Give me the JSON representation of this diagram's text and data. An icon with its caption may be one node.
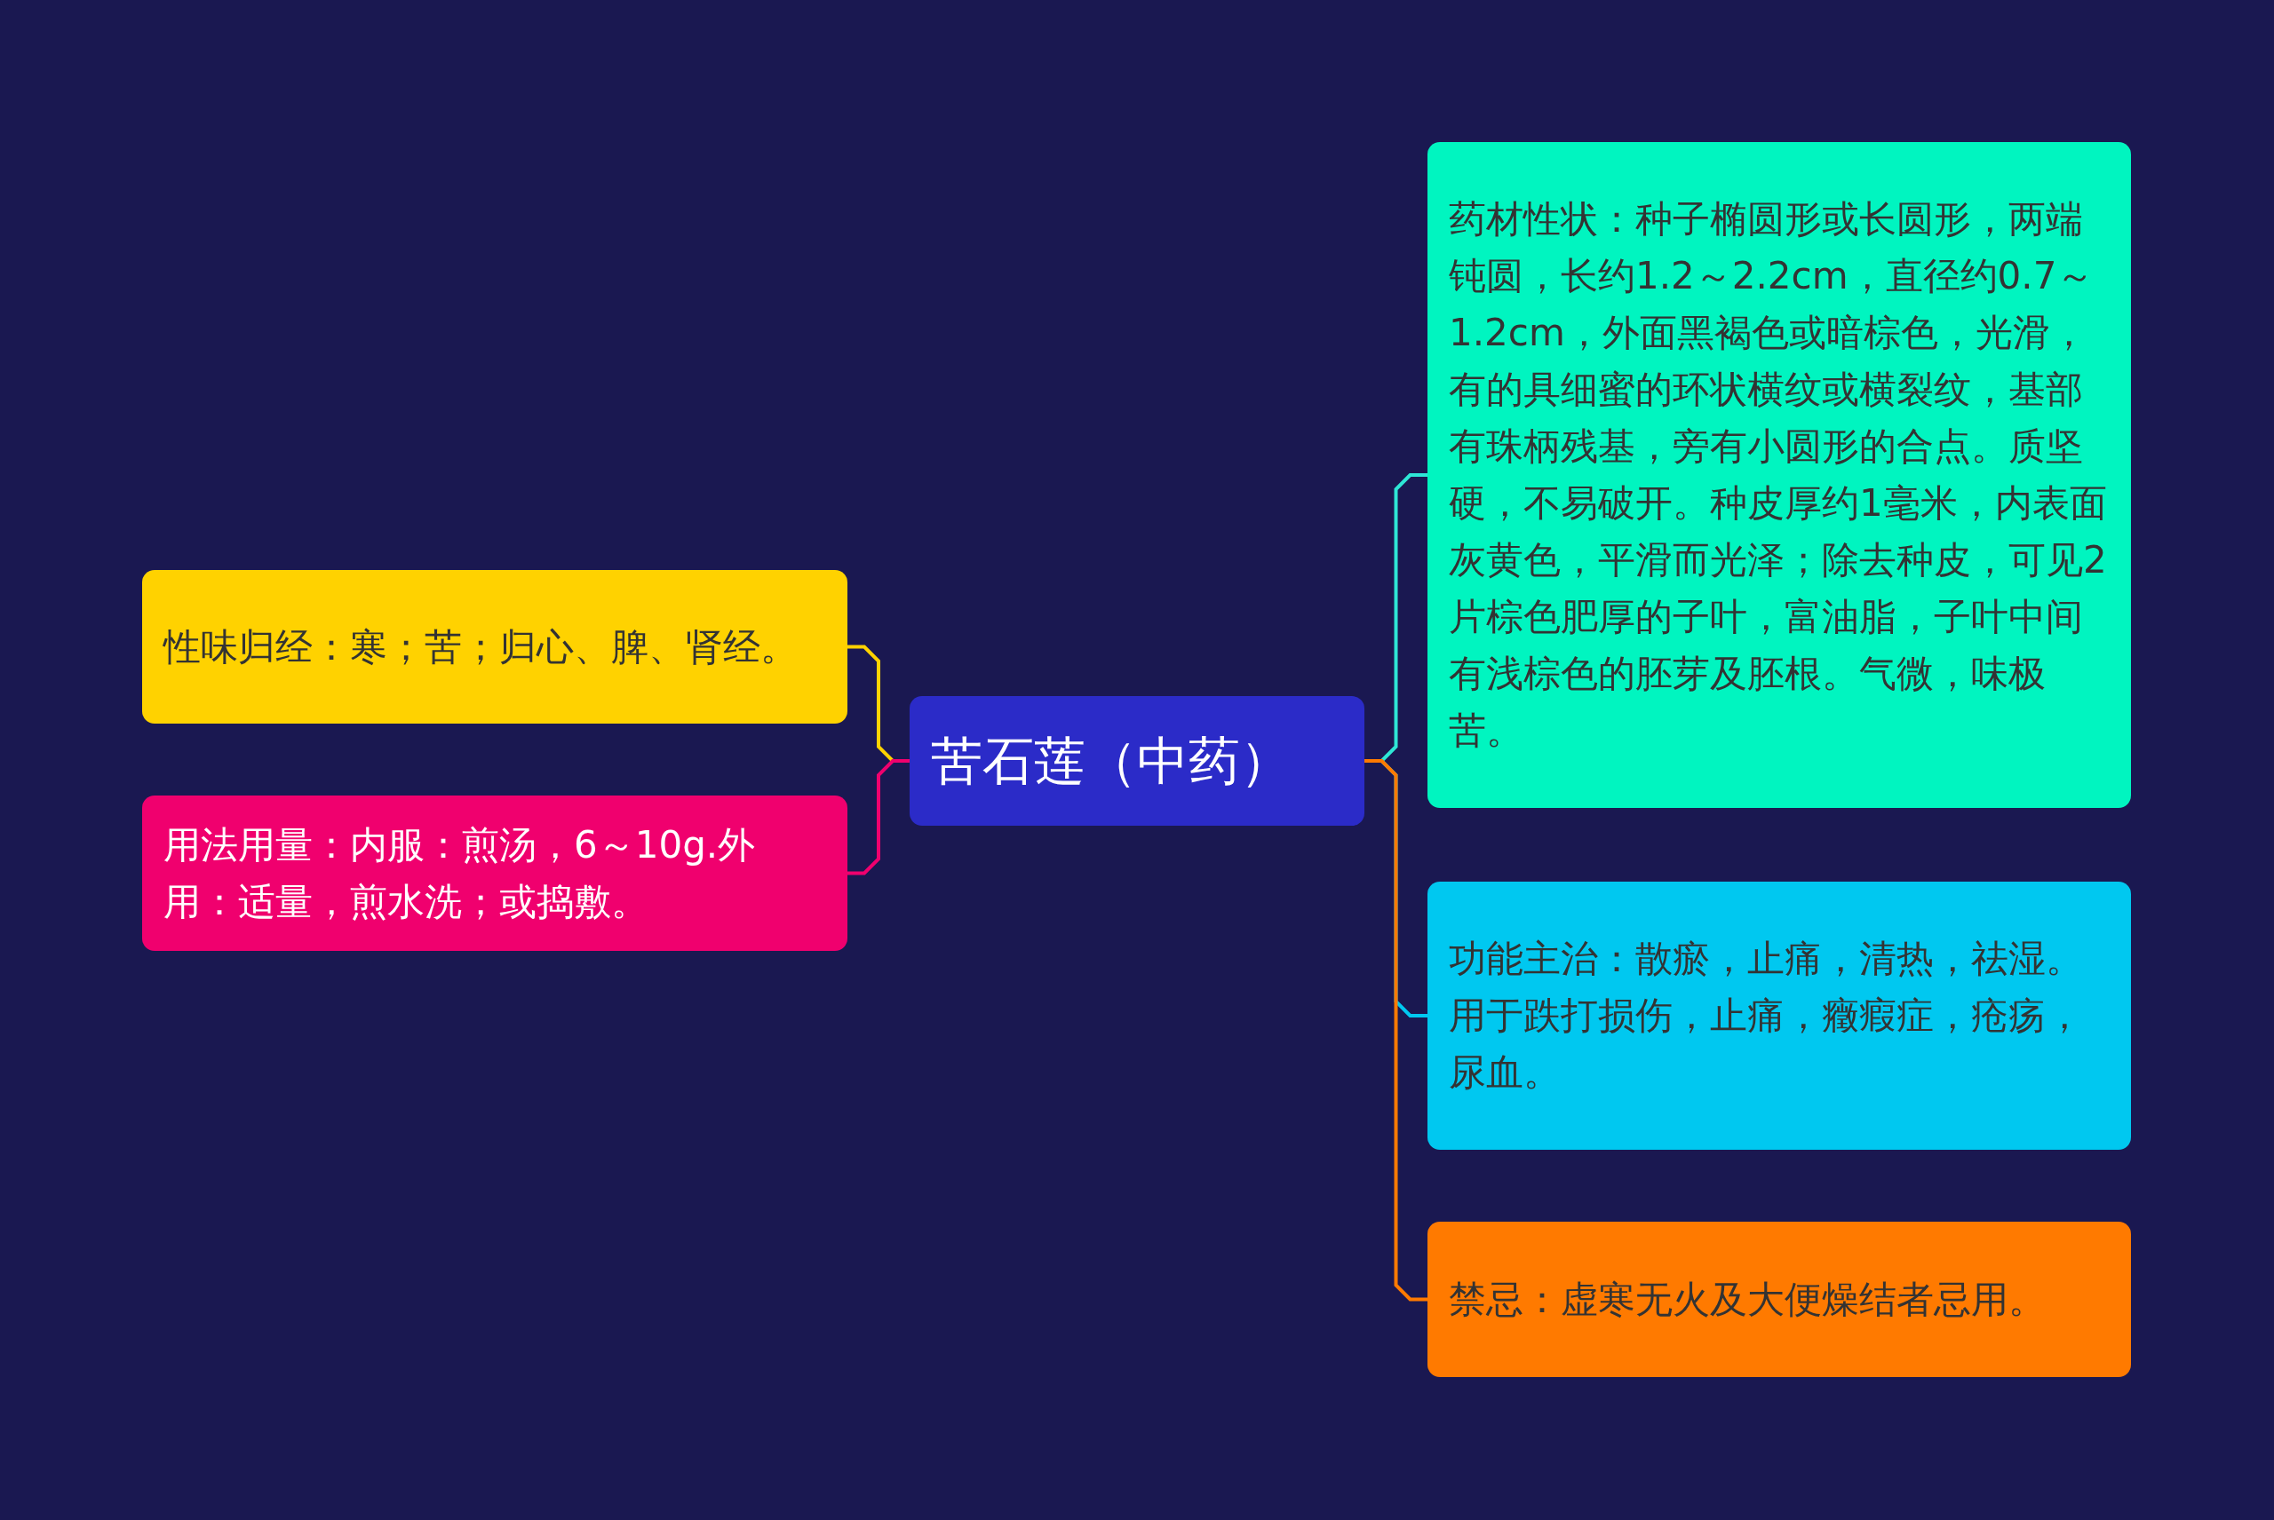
{
  "diagram": {
    "nodes": [
      {
        "text": [
          "苦石莲（中药）"
        ]
      },
      {
        "text": [
          "性味归经：寒；苦；归心、脾、肾经。"
        ]
      },
      {
        "text": [
          "用法用量：内服：煎汤，6～10g.外用：适量，煎水洗；或捣敷。"
        ]
      },
      {
        "text": [
          "药材性状：种子椭圆形或长圆形，两端钝圆，长约1.2～2.2cm，直径约0.7～1.2cm，外面黑褐色或暗棕色，光滑，有的具细蜜的环状横纹或横裂纹，基部有珠柄残基，旁有小圆形的合点。质坚硬，不易破开。种皮厚约1毫米，内表面灰黄色，平滑而光泽；除去种皮，可见2片棕色肥厚的子叶，富油脂，子叶中间有浅棕色的胚芽及胚根。气微，味极苦。"
        ]
      },
      {
        "text": [
          "功能主治：散瘀，止痛，清热，祛湿。用于跌打损伤，止痛，癥瘕症，疮疡，尿血。"
        ]
      },
      {
        "text": [
          "禁忌：虚寒无火及大便燥结者忌用。"
        ]
      }
    ],
    "edges": [
      {
        "from": 0,
        "to": 1,
        "arrow": "none",
        "color": "#ffd200"
      },
      {
        "from": 0,
        "to": 2,
        "arrow": "none",
        "color": "#f0006e"
      },
      {
        "from": 0,
        "to": 3,
        "arrow": "none",
        "color": "#2ee6d6"
      },
      {
        "from": 0,
        "to": 4,
        "arrow": "none",
        "color": "#00c8f0"
      },
      {
        "from": 0,
        "to": 5,
        "arrow": "none",
        "color": "#ff7a00"
      }
    ]
  }
}
